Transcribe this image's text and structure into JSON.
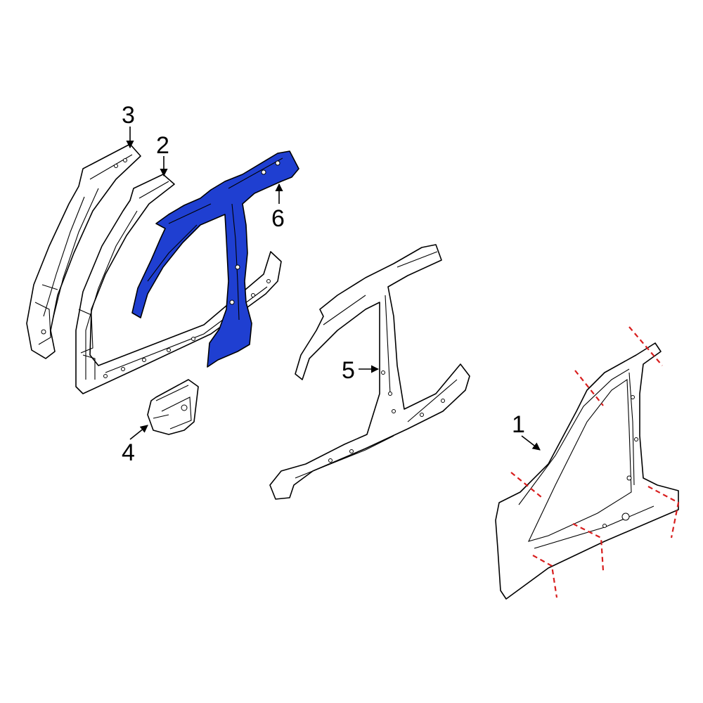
{
  "diagram": {
    "highlight_color": "#1f3fd1",
    "cut_line_color": "#d81e1e",
    "callouts": {
      "c1": "1",
      "c2": "2",
      "c3": "3",
      "c4": "4",
      "c5": "5",
      "c6": "6"
    }
  }
}
